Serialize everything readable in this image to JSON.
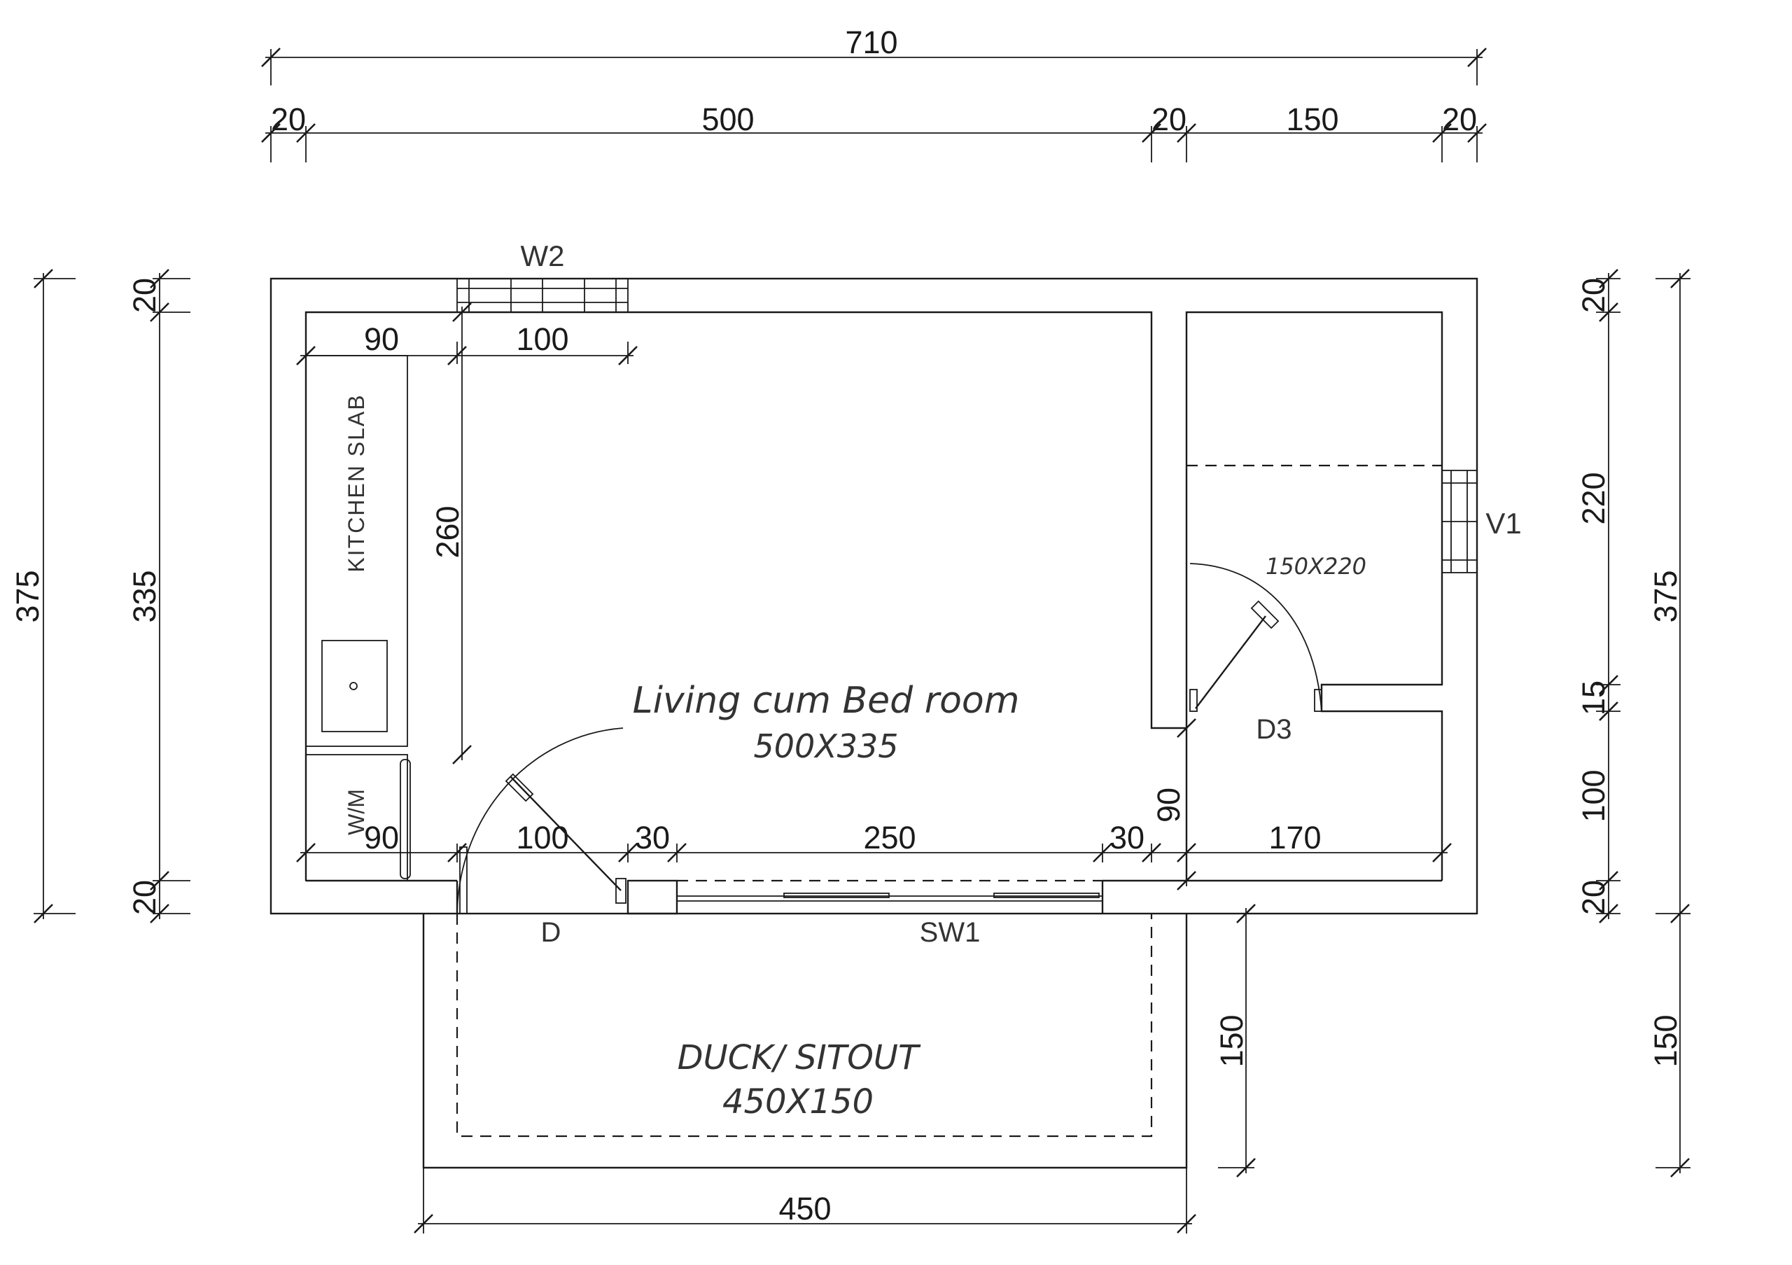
{
  "colors": {
    "line": "#1a1a1a",
    "text": "#333333",
    "background": "#ffffff"
  },
  "overall": {
    "width": "710",
    "height_left": "375",
    "height_right": "375",
    "inner_height": "335",
    "sitout_width": "450",
    "sitout_depth_inner": "150",
    "sitout_depth_outer": "150"
  },
  "top_dims": {
    "wall_left": "20",
    "living": "500",
    "wall_mid": "20",
    "toilet": "150",
    "wall_right": "20"
  },
  "left_dims": {
    "wall_top": "20",
    "wall_bottom": "20"
  },
  "right_dims": {
    "wall_top": "20",
    "toilet": "220",
    "partition": "15",
    "wash": "100",
    "wall_bottom": "20"
  },
  "inner_dims": {
    "slab_width": "90",
    "w2_width": "100",
    "slab_length": "260",
    "wm_width": "90",
    "door_width": "100",
    "pier_left": "30",
    "sw1_width": "250",
    "pier_right": "30",
    "wash_depth": "90",
    "wash_width": "170"
  },
  "labels": {
    "w2": "W2",
    "v1": "V1",
    "kitchen_slab": "KITCHEN SLAB",
    "wm": "W/M",
    "room_name": "Living cum Bed room",
    "room_size": "500X335",
    "toilet_size": "150X220",
    "d3": "D3",
    "door_d": "D",
    "sw1": "SW1",
    "sitout_name": "DUCK/ SITOUT",
    "sitout_size": "450X150"
  }
}
